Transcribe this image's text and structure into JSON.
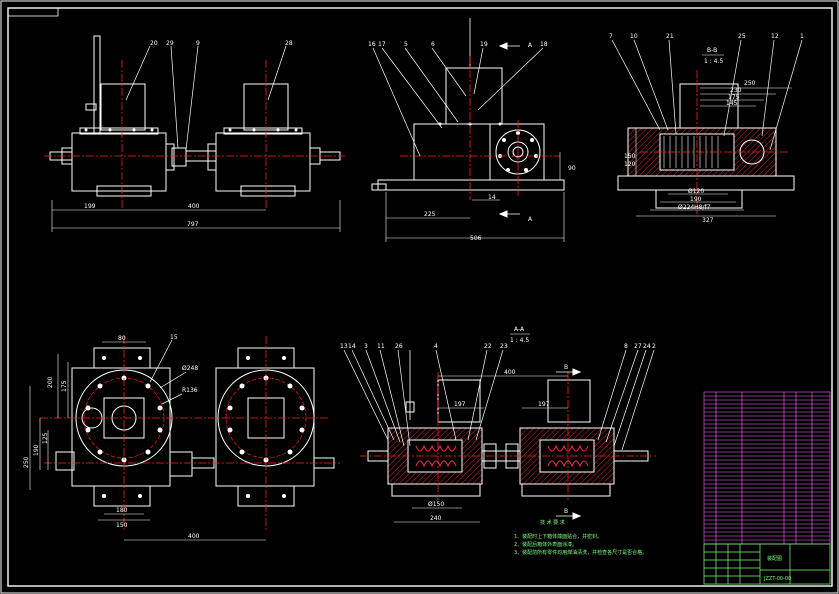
{
  "colors": {
    "background": "#000000",
    "outline": "#ffffff",
    "centerline": "#ff2020",
    "hatch": "#ff3030",
    "dimension": "#ffffff",
    "note_text": "#7dff7d",
    "table": "#ff66ff",
    "title_block": "#7dff7d",
    "marker": "#ffff00"
  },
  "views": {
    "front": {
      "balloons": [
        "20",
        "29",
        "9",
        "28"
      ],
      "dims": [
        "199",
        "400",
        "797"
      ]
    },
    "side": {
      "balloons": [
        "16",
        "17",
        "5",
        "6",
        "19",
        "18"
      ],
      "section_mark": "A",
      "dims": [
        "225",
        "506",
        "90",
        "14"
      ]
    },
    "section_bb": {
      "title": "B-B",
      "scale": "1 : 4.5",
      "balloons": [
        "7",
        "10",
        "21",
        "25",
        "12",
        "1"
      ],
      "dims": [
        "250",
        "230",
        "175",
        "145",
        "150",
        "120",
        "Ø120",
        "190",
        "Ø224H8/f7",
        "327"
      ]
    },
    "top": {
      "balloons": [
        "15"
      ],
      "dims": [
        "80",
        "200",
        "175",
        "125",
        "190",
        "250",
        "Ø248",
        "R136",
        "180",
        "150",
        "400"
      ]
    },
    "section_aa": {
      "title": "A-A",
      "scale": "1 : 4.5",
      "section_mark": "B",
      "balloons": [
        "13",
        "14",
        "3",
        "11",
        "26",
        "4",
        "22",
        "23",
        "8",
        "27",
        "24",
        "2"
      ],
      "dims": [
        "400",
        "197",
        "197",
        "Ø150",
        "240"
      ]
    }
  },
  "notes": {
    "heading": "技 术 要 求",
    "lines": [
      "1、装配时上下箱体端面贴合，并密封。",
      "2、装配后箱体外表面涂漆。",
      "3、装配前所有零件均用煤油清洗，并检查各尺寸是否合格。"
    ]
  },
  "title_block": {
    "name": "装配图",
    "drawing_no": "JZZT-00-00"
  }
}
